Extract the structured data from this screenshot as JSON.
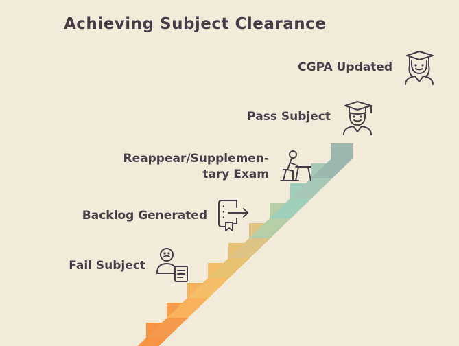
{
  "title": "Achieving Subject Clearance",
  "steps": [
    {
      "label": "Fail Subject",
      "icon": "student-with-document-icon",
      "color": "#F59A4B"
    },
    {
      "label": "Backlog Generated",
      "icon": "certificate-arrow-icon",
      "color": "#F6BE66"
    },
    {
      "label": "Reappear/Supplemen-\ntary Exam",
      "icon": "student-at-desk-icon",
      "color": "#DEC484"
    },
    {
      "label": "Pass Subject",
      "icon": "graduate-icon",
      "color": "#9FCFB9"
    },
    {
      "label": "CGPA Updated",
      "icon": "graduate-woman-icon",
      "color": "#9BB7AE"
    }
  ],
  "colors": {
    "background": "#F2EBDA",
    "text": "#4A3B47",
    "stair_colors": [
      "#F79443",
      "#F59A4B",
      "#F8B25A",
      "#F6BE66",
      "#E7C271",
      "#DEC484",
      "#B6CEA8",
      "#9FCFB9",
      "#A7C8B6",
      "#9BB7AE"
    ]
  }
}
